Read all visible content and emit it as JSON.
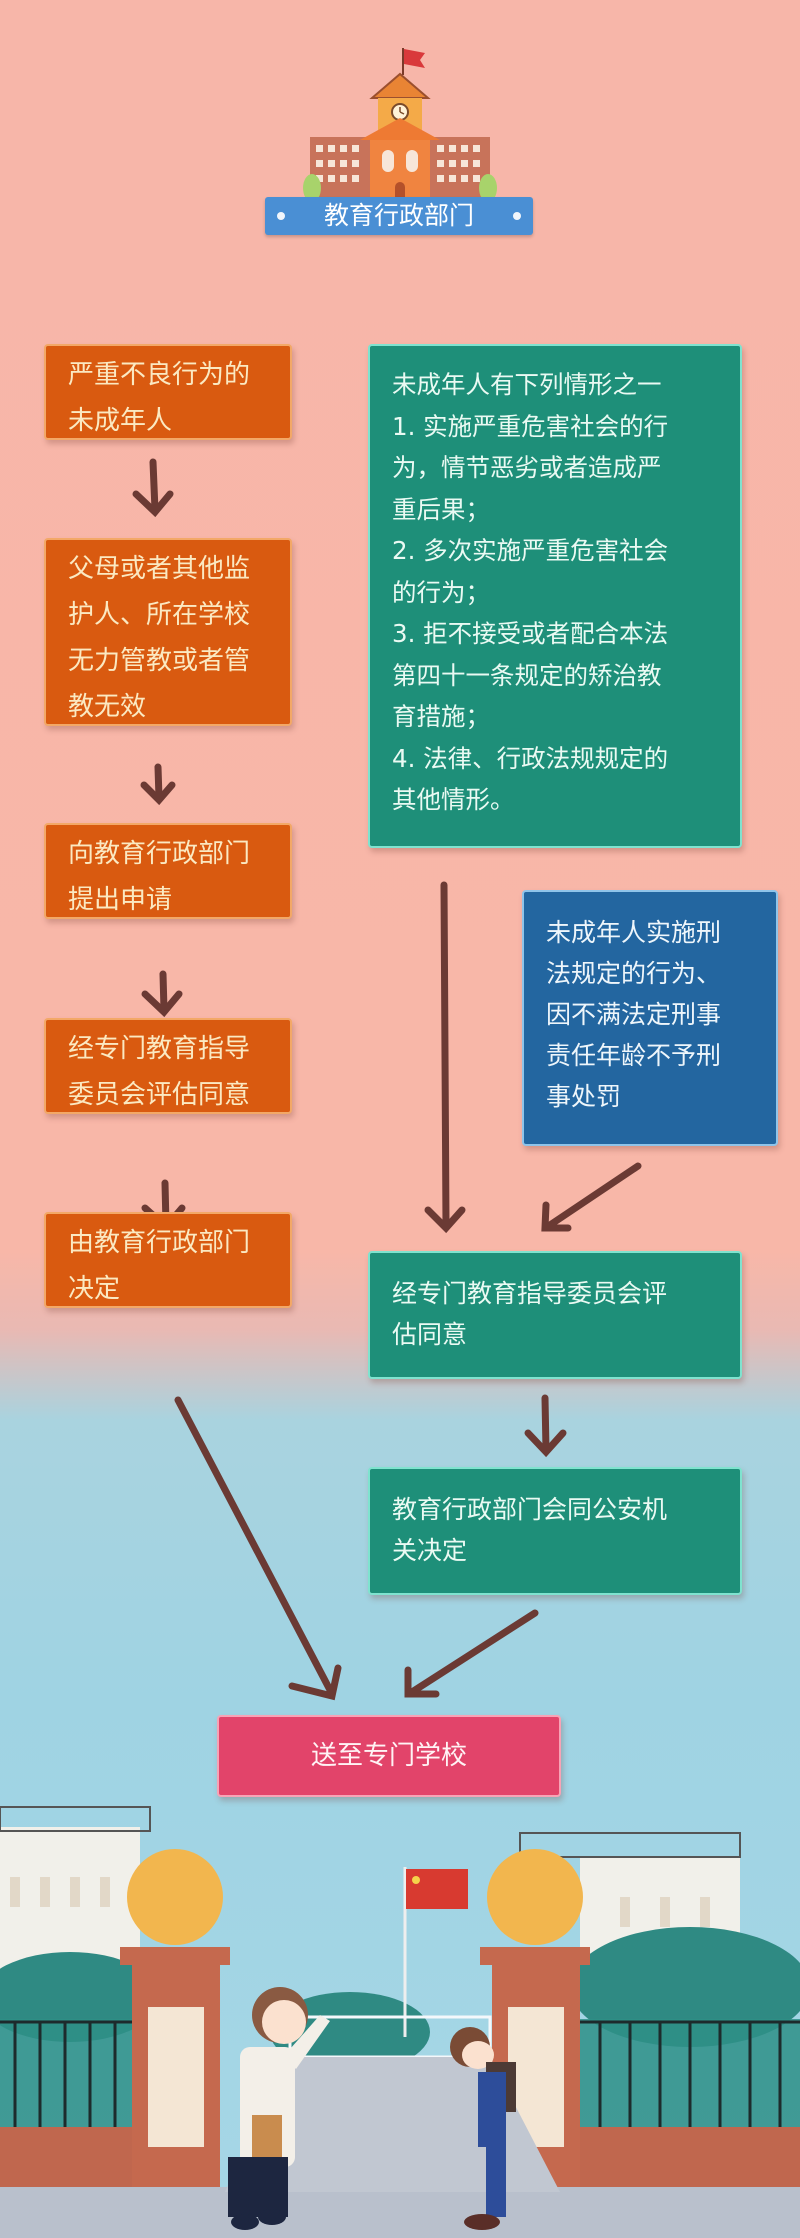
{
  "header": {
    "icon": "school-building-icon",
    "title": "教育行政部门"
  },
  "left_flow": {
    "steps": [
      {
        "lines": [
          "严重不良行为的",
          "未成年人"
        ]
      },
      {
        "lines": [
          "父母或者其他监",
          "护人、所在学校",
          "无力管教或者管",
          "教无效"
        ]
      },
      {
        "lines": [
          "向教育行政部门",
          "提出申请"
        ]
      },
      {
        "lines": [
          "经专门教育指导",
          "委员会评估同意"
        ]
      },
      {
        "lines": [
          "由教育行政部门",
          "决定"
        ]
      }
    ]
  },
  "right_flow": {
    "conditions": {
      "lines": [
        "未成年人有下列情形之一",
        "1. 实施严重危害社会的行",
        "为，情节恶劣或者造成严",
        "重后果；",
        "2. 多次实施严重危害社会",
        "的行为；",
        "3. 拒不接受或者配合本法",
        "第四十一条规定的矫治教",
        "育措施；",
        "4. 法律、行政法规规定的",
        "其他情形。"
      ]
    },
    "criminal_case": {
      "lines": [
        "未成年人实施刑",
        "法规定的行为、",
        "因不满法定刑事",
        "责任年龄不予刑",
        "事处罚"
      ]
    },
    "assessment": {
      "lines": [
        "经专门教育指导委员会评",
        "估同意"
      ]
    },
    "decision": {
      "lines": [
        "教育行政部门会同公安机",
        "关决定"
      ]
    }
  },
  "final": {
    "label": "送至专门学校"
  },
  "illustration": {
    "name": "school-gate-scene",
    "elements": [
      "teacher-waving",
      "student-bowing",
      "national-flag",
      "gate-pillars",
      "iron-fence"
    ]
  },
  "colors": {
    "background_top": "#f7b6a9",
    "background_bottom": "#a6d7e6",
    "orange_box": "#d95a10",
    "green_box": "#1e8f79",
    "blue_box": "#2366a0",
    "red_box": "#e2446a",
    "arrow": "#6b3a34",
    "banner": "#4a8fd4"
  }
}
